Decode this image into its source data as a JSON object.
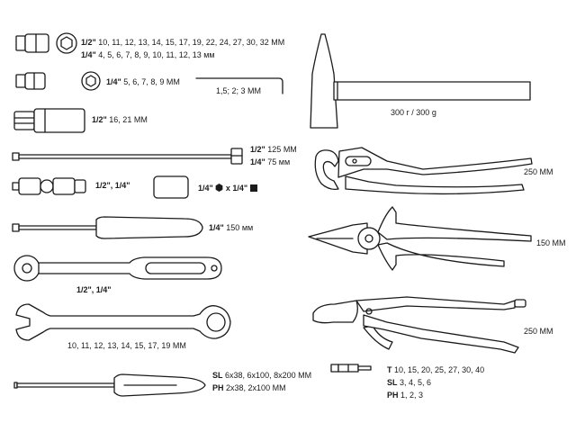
{
  "sockets_large": {
    "half_key": "1/2\"",
    "half_sizes": "10, 11, 12, 13, 14, 15, 17, 19, 22, 24, 27, 30, 32 MM",
    "quarter_key": "1/4\"",
    "quarter_sizes": "4, 5, 6, 7, 8, 9, 10, 11, 12, 13 мм"
  },
  "sockets_small": {
    "key": "1/4\"",
    "sizes": "5, 6, 7, 8, 9 MM"
  },
  "hex_keys": {
    "sizes": "1,5; 2; 3 MM"
  },
  "hammer": {
    "weight": "300 г / 300 g"
  },
  "deep_sockets": {
    "key": "1/2\"",
    "sizes": "16, 21 MM"
  },
  "extensions": {
    "half_key": "1/2\"",
    "half_len": "125 MM",
    "quarter_key": "1/4\"",
    "quarter_len": "75 мм"
  },
  "universal_joint": {
    "text": "1/2\", 1/4\""
  },
  "adapter": {
    "from": "1/4\"",
    "mid": "x 1/4\""
  },
  "spinner_handle": {
    "key": "1/4\"",
    "len": "150 мм"
  },
  "ratchet": {
    "text": "1/2\", 1/4\""
  },
  "wrenches": {
    "sizes": "10, 11, 12, 13, 14, 15, 17, 19 MM"
  },
  "pliers_groove": {
    "len": "250 MM"
  },
  "pliers_combo": {
    "len": "150 MM"
  },
  "pliers_locking": {
    "len": "250 MM"
  },
  "screwdriver": {
    "sl_key": "SL",
    "sl_sizes": "6x38, 6x100, 8x200 MM",
    "ph_key": "PH",
    "ph_sizes": "2x38, 2x100 MM"
  },
  "bits": {
    "t_key": "T",
    "t_sizes": "10, 15, 20, 25, 27, 30, 40",
    "sl_key": "SL",
    "sl_sizes": "3, 4, 5, 6",
    "ph_key": "PH",
    "ph_sizes": "1, 2, 3"
  },
  "icons": [
    "socket-icon",
    "hex-key-icon",
    "hammer-icon",
    "extension-bar-icon",
    "universal-joint-icon",
    "adapter-icon",
    "hex-shape-icon",
    "square-shape-icon",
    "spinner-handle-icon",
    "ratchet-icon",
    "combination-wrench-icon",
    "groove-pliers-icon",
    "combination-pliers-icon",
    "locking-pliers-icon",
    "screwdriver-icon",
    "bit-icon"
  ]
}
